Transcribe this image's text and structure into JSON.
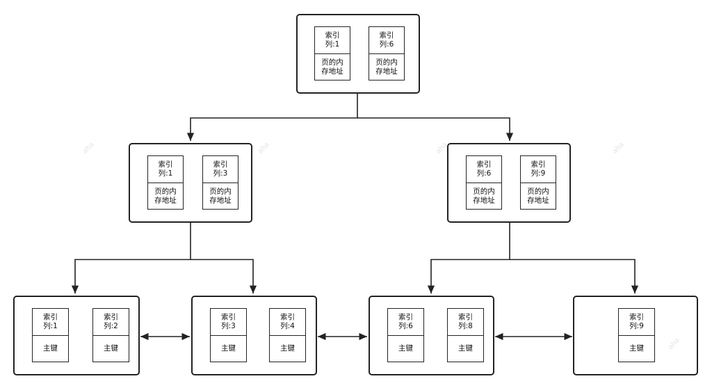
{
  "nodes": [
    {
      "id": "root",
      "entries": [
        {
          "key": "索引\n列:1",
          "val": "页的内\n存地址"
        },
        {
          "key": "索引\n列:6",
          "val": "页的内\n存地址"
        }
      ]
    },
    {
      "id": "internal-left",
      "entries": [
        {
          "key": "索引\n列:1",
          "val": "页的内\n存地址"
        },
        {
          "key": "索引\n列:3",
          "val": "页的内\n存地址"
        }
      ]
    },
    {
      "id": "internal-right",
      "entries": [
        {
          "key": "索引\n列:6",
          "val": "页的内\n存地址"
        },
        {
          "key": "索引\n列:9",
          "val": "页的内\n存地址"
        }
      ]
    },
    {
      "id": "leaf-1",
      "entries": [
        {
          "key": "索引\n列:1",
          "val": "主键"
        },
        {
          "key": "索引\n列:2",
          "val": "主键"
        }
      ]
    },
    {
      "id": "leaf-2",
      "entries": [
        {
          "key": "索引\n列:3",
          "val": "主键"
        },
        {
          "key": "索引\n列:4",
          "val": "主键"
        }
      ]
    },
    {
      "id": "leaf-3",
      "entries": [
        {
          "key": "索引\n列:6",
          "val": "主键"
        },
        {
          "key": "索引\n列:8",
          "val": "主键"
        }
      ]
    },
    {
      "id": "leaf-4",
      "entries": [
        {
          "key": "索引\n列:9",
          "val": "主键"
        }
      ]
    }
  ],
  "watermark": "aha"
}
